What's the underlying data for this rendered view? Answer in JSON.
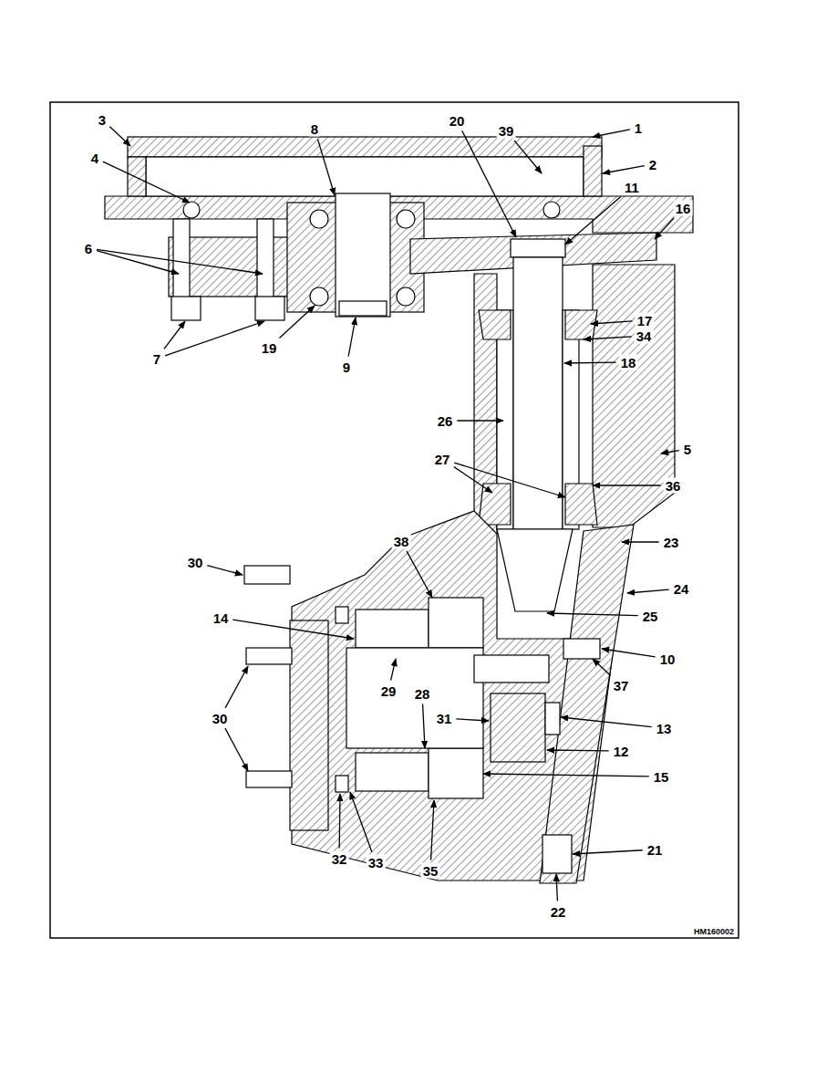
{
  "diagram": {
    "labels": [
      "3",
      "8",
      "20",
      "39",
      "1",
      "4",
      "11",
      "16",
      "2",
      "6",
      "17",
      "34",
      "7",
      "19",
      "9",
      "18",
      "26",
      "5",
      "27",
      "36",
      "23",
      "38",
      "30",
      "24",
      "25",
      "14",
      "10",
      "37",
      "29",
      "13",
      "31",
      "28",
      "12",
      "30",
      "15",
      "21",
      "32",
      "33",
      "35",
      "22",
      "HM160002"
    ]
  }
}
